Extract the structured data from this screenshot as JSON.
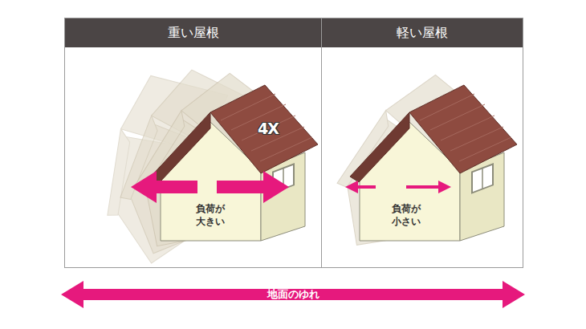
{
  "diagram": {
    "nodes": [
      {
        "text": [
          "重い屋根"
        ]
      },
      {
        "text": [
          "軽い屋根"
        ]
      }
    ],
    "labels": [
      "4X",
      "負荷が 大きい",
      "負荷が 小さい",
      "地面のゆれ"
    ]
  }
}
